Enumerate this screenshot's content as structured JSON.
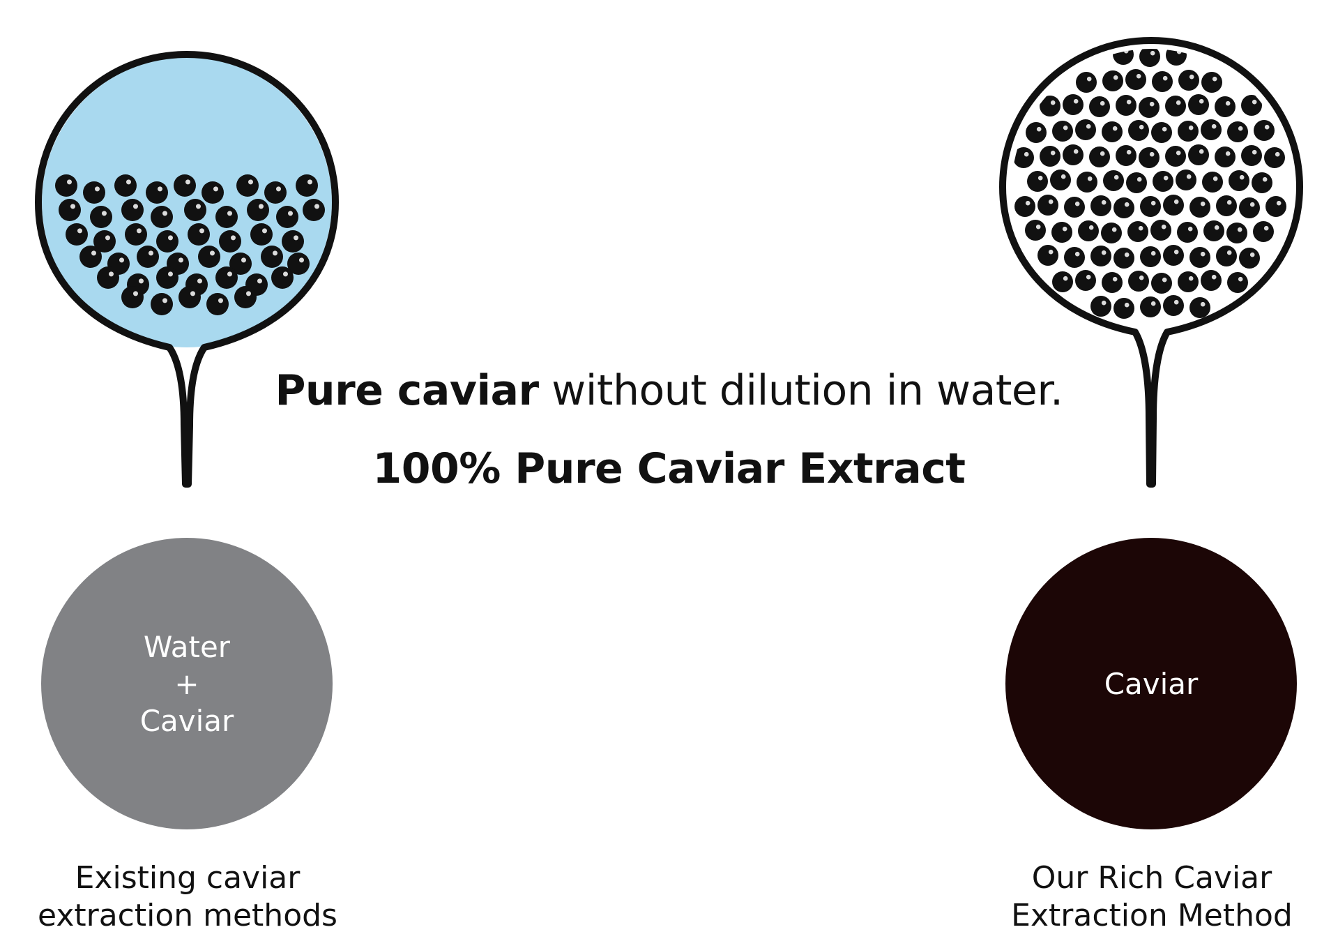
{
  "headline": {
    "bold": "Pure caviar",
    "rest": " without dilution in water."
  },
  "subline": "100% Pure Caviar Extract",
  "left": {
    "disc_lines": [
      "Water",
      "+",
      "Caviar"
    ],
    "caption_lines": [
      "Existing caviar",
      "extraction methods"
    ],
    "disc_color": "#818285",
    "liquid_color": "#a9d9ef"
  },
  "right": {
    "disc_lines": [
      "Caviar"
    ],
    "caption_lines": [
      "Our Rich Caviar",
      "Extraction Method"
    ],
    "disc_color": "#1c0606"
  },
  "colors": {
    "outline": "#111111",
    "bead": "#111111",
    "background": "#ffffff"
  }
}
